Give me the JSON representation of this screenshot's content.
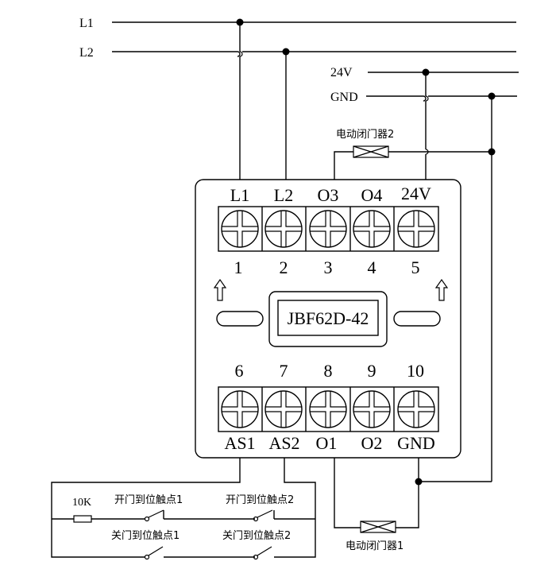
{
  "bus": {
    "l1": "L1",
    "l2": "L2",
    "v24": "24V",
    "gnd": "GND"
  },
  "module": {
    "model": "JBF62D-42",
    "top_terminals": [
      {
        "name": "L1",
        "num": "1"
      },
      {
        "name": "L2",
        "num": "2"
      },
      {
        "name": "O3",
        "num": "3"
      },
      {
        "name": "O4",
        "num": "4"
      },
      {
        "name": "24V",
        "num": "5"
      }
    ],
    "bottom_terminals": [
      {
        "name": "AS1",
        "num": "6"
      },
      {
        "name": "AS2",
        "num": "7"
      },
      {
        "name": "O1",
        "num": "8"
      },
      {
        "name": "O2",
        "num": "9"
      },
      {
        "name": "GND",
        "num": "10"
      }
    ]
  },
  "components": {
    "door_closer_2": "电动闭门器2",
    "door_closer_1": "电动闭门器1",
    "resistor": "10K",
    "open_contact_1": "开门到位触点1",
    "open_contact_2": "开门到位触点2",
    "close_contact_1": "关门到位触点1",
    "close_contact_2": "关门到位触点2"
  }
}
